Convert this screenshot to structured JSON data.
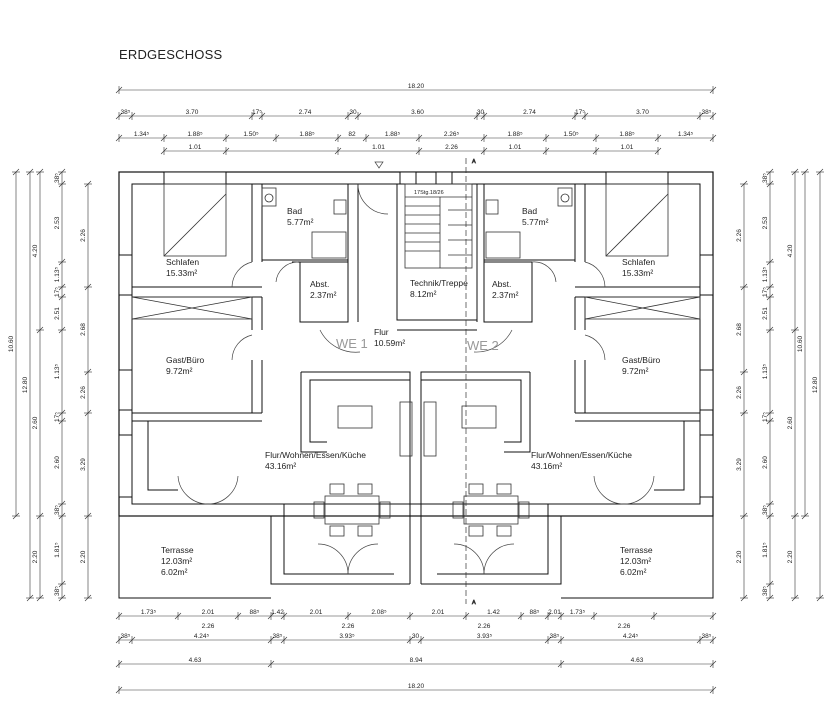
{
  "title": "ERDGESCHOSS",
  "dims": {
    "top_total": "18.20",
    "top_row1": [
      "38⁵",
      "3.70",
      "17⁵",
      "2.74",
      "30",
      "3.60",
      "30",
      "2.74",
      "17⁵",
      "3.70",
      "38⁵"
    ],
    "top_row2": [
      "1.34⁵",
      "1.88⁵",
      "1.50⁵",
      "1.88⁵",
      "82",
      "1.88⁵",
      "2.26⁵",
      "1.88⁵",
      "1.50⁵",
      "1.88⁵",
      "1.34⁵"
    ],
    "top_row3": [
      "1.01",
      "1.01",
      "2.26",
      "1.01",
      "1.01"
    ],
    "left_inner": [
      "38⁵",
      "2.53",
      "1.13⁵",
      "17⁵",
      "2.51",
      "1.13⁵",
      "17⁵",
      "2.60",
      "38⁵",
      "1.81⁵",
      "38⁵"
    ],
    "left_mid": [
      "2.26",
      "2.68",
      "2.26",
      "3.29",
      "2.20"
    ],
    "left_outer": [
      "4.20",
      "2.60",
      "2.20"
    ],
    "left_total": "10.60",
    "left_total2": "12.80",
    "bottom_row1": [
      "1.73⁵",
      "2.01",
      "88⁵",
      "1.42",
      "2.01",
      "2.08⁵",
      "2.01",
      "1.42",
      "88⁵",
      "2.01",
      "1.73⁵"
    ],
    "bottom_row1b": [
      "2.26",
      "2.26",
      "2.26",
      "2.26"
    ],
    "bottom_row2": [
      "38⁵",
      "4.24⁵",
      "38⁵",
      "3.93⁵",
      "30",
      "3.93⁵",
      "38⁵",
      "4.24⁵",
      "38⁵"
    ],
    "bottom_row3": [
      "4.63",
      "8.94",
      "4.63"
    ],
    "bottom_total": "18.20"
  },
  "rooms": {
    "schlafen_l": {
      "name": "Schlafen",
      "area": "15.33m²"
    },
    "bad_l": {
      "name": "Bad",
      "area": "5.77m²"
    },
    "abst_l": {
      "name": "Abst.",
      "area": "2.37m²"
    },
    "gast_l": {
      "name": "Gast/Büro",
      "area": "9.72m²"
    },
    "wohnen_l": {
      "name": "Flur/Wohnen/Essen/Küche",
      "area": "43.16m²"
    },
    "terrasse_l": {
      "name": "Terrasse",
      "area1": "12.03m²",
      "area2": "6.02m²"
    },
    "technik": {
      "name": "Technik/Treppe",
      "area": "8.12m²"
    },
    "flur": {
      "name": "Flur",
      "area": "10.59m²"
    },
    "schlafen_r": {
      "name": "Schlafen",
      "area": "15.33m²"
    },
    "bad_r": {
      "name": "Bad",
      "area": "5.77m²"
    },
    "abst_r": {
      "name": "Abst.",
      "area": "2.37m²"
    },
    "gast_r": {
      "name": "Gast/Büro",
      "area": "9.72m²"
    },
    "wohnen_r": {
      "name": "Flur/Wohnen/Essen/Küche",
      "area": "43.16m²"
    },
    "terrasse_r": {
      "name": "Terrasse",
      "area1": "12.03m²",
      "area2": "6.02m²"
    }
  },
  "units": {
    "we1": "WE 1",
    "we2": "WE 2"
  },
  "stair_note": "17Stg.18/26",
  "section_marker": "A"
}
